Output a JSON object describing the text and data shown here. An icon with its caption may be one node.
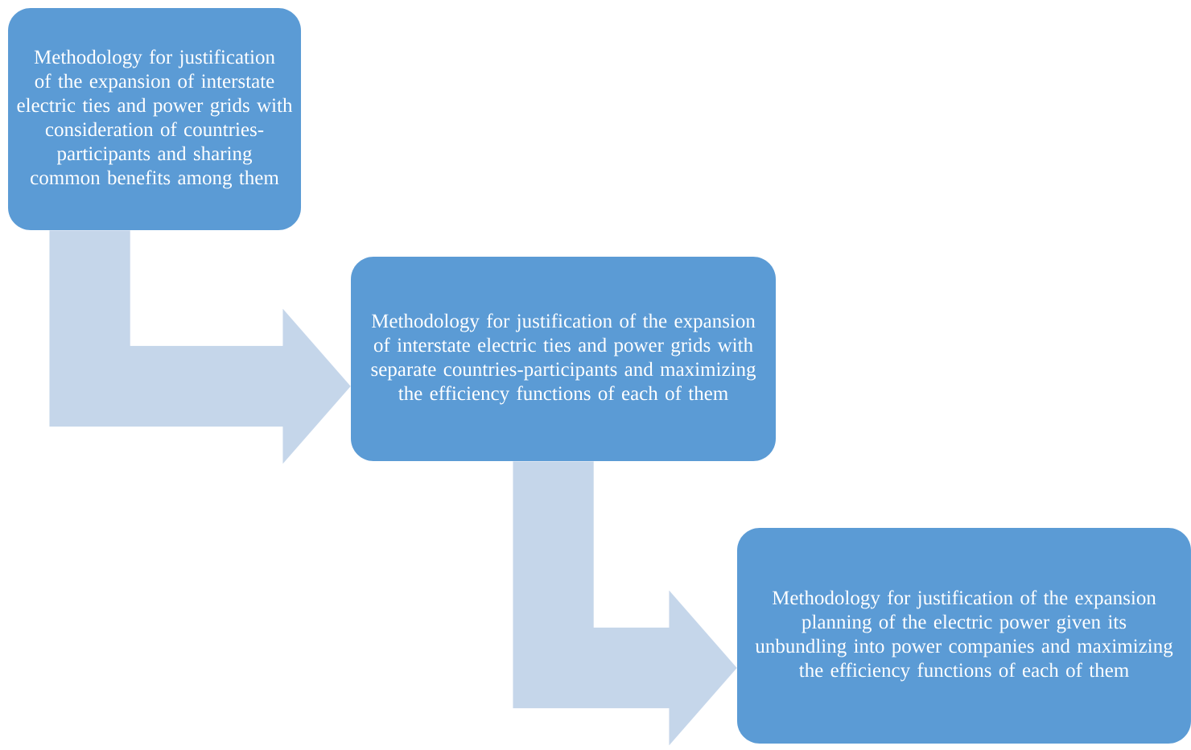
{
  "diagram": {
    "nodes": [
      {
        "text": [
          "Methodology for justification of the expansion of interstate electric ties and power grids with consideration of countries-participants and sharing common benefits among them"
        ]
      },
      {
        "text": [
          "Methodology for justification of the expansion of interstate electric ties and power grids with separate countries-participants and maximizing the efficiency functions of each of them"
        ]
      },
      {
        "text": [
          "Methodology for justification of the expansion planning of the electric power given its unbundling into power companies and maximizing the efficiency functions of each of them"
        ]
      }
    ],
    "edges": [
      {
        "from": 0,
        "to": 1,
        "arrow": "to"
      },
      {
        "from": 1,
        "to": 2,
        "arrow": "to"
      }
    ]
  }
}
